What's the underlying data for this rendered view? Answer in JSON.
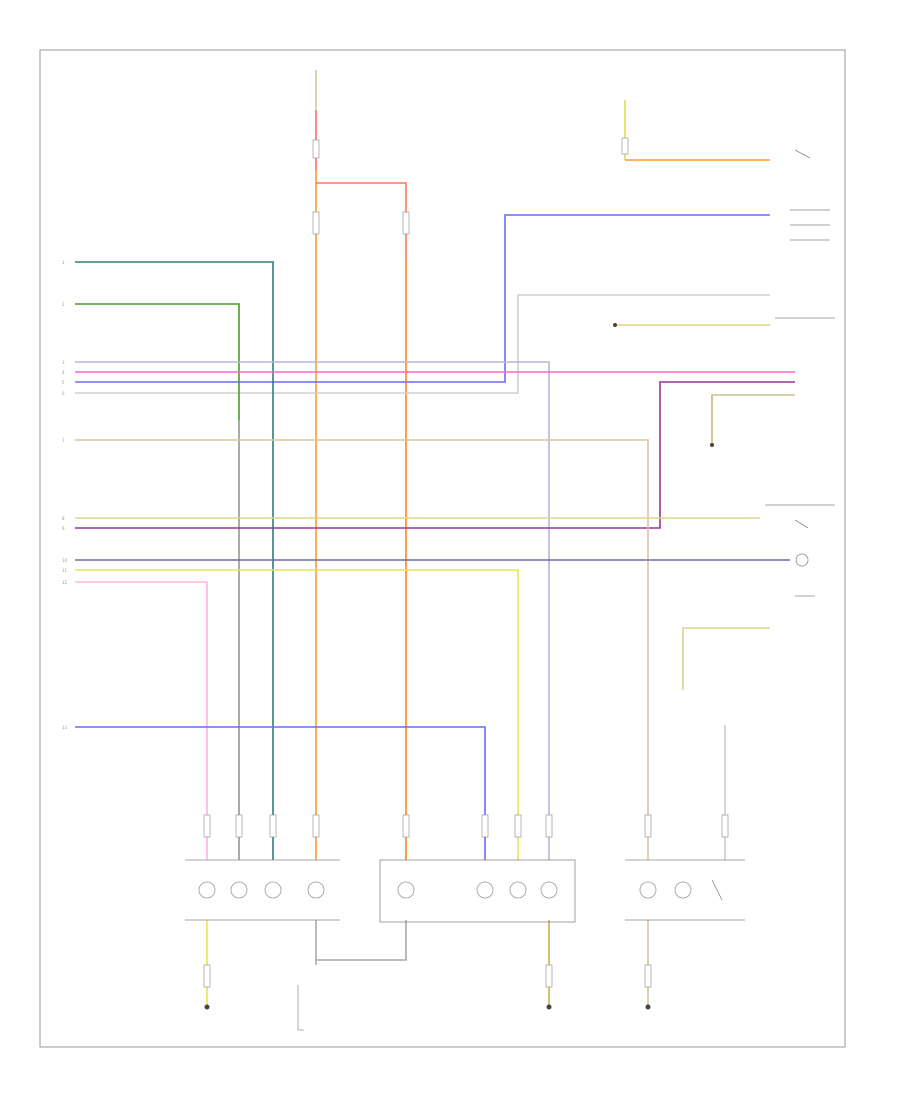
{
  "page_id": "",
  "top_labels": {
    "power_source": [
      "",
      ""
    ],
    "illumination_feed": [
      "",
      ""
    ],
    "instrument_cluster_label": [
      "",
      ""
    ]
  },
  "connectors_left": [
    "1",
    "2",
    "3",
    "4",
    "5",
    "6",
    "7",
    "8",
    "9",
    "10",
    "11",
    "12",
    "13"
  ],
  "wire_colors": {
    "blu_grn": "#2f7f7a",
    "grn": "#4e9a2a",
    "org": "#ff9933",
    "red": "#ff4d4d",
    "blu": "#5a5aff",
    "pnk": "#ff66cc",
    "vio": "#993399",
    "yel": "#e6e64d",
    "tan": "#d8c79a",
    "gry": "#c9c9c9",
    "wht": "#e0e0e0"
  },
  "modules": {
    "left_cluster": "",
    "center_cluster": "",
    "right_cluster": ""
  },
  "grounds": [
    "",
    "",
    ""
  ]
}
